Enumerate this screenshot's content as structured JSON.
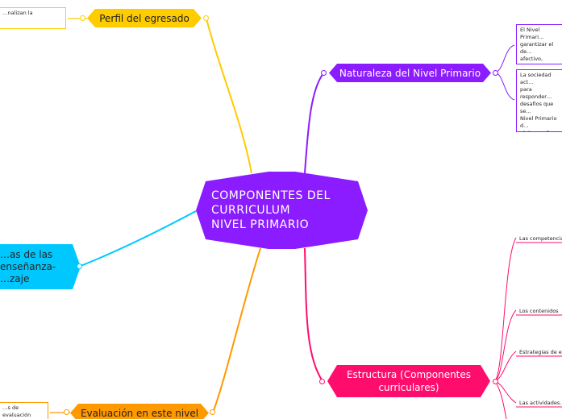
{
  "central": {
    "title": "COMPONENTES DEL\nCURRICULUM\nNIVEL PRIMARIO",
    "color": "#8a1cff"
  },
  "branches": {
    "perfil": {
      "label": "Perfil del egresado",
      "color": "#ffcc00"
    },
    "naturaleza": {
      "label": "Naturaleza del Nivel Primario",
      "color": "#8a1cff"
    },
    "estructura": {
      "label": "Estructura (Componentes curriculares)",
      "color": "#ff0d6c"
    },
    "evaluacion": {
      "label": "Evaluación en este nivel",
      "color": "#ff9900"
    },
    "estrategias": {
      "label": "…as de las\n enseñanza-\n…zaje",
      "color": "#00c8ff"
    }
  },
  "subnodes": {
    "perfil_note": "…nalizan la",
    "naturaleza_notes": [
      "El Nivel Primari…\ngarantizar el de…\nafectivo, social,…\nlos niños y las n…\nPrimer Ciclo de…",
      "La sociedad act…\npara responder…\ndesafíos que se…\nNivel Primario d…\nel desarrollo de…\nsentido de perte…\ncrecimiento per…\nen la sociedad."
    ],
    "estructura_leaves": [
      "Las competencia…",
      "Los contenidos",
      "Estrategias de e…",
      "Las actividades…"
    ],
    "evaluacion_note": "…s de evaluación\n…n su función"
  }
}
